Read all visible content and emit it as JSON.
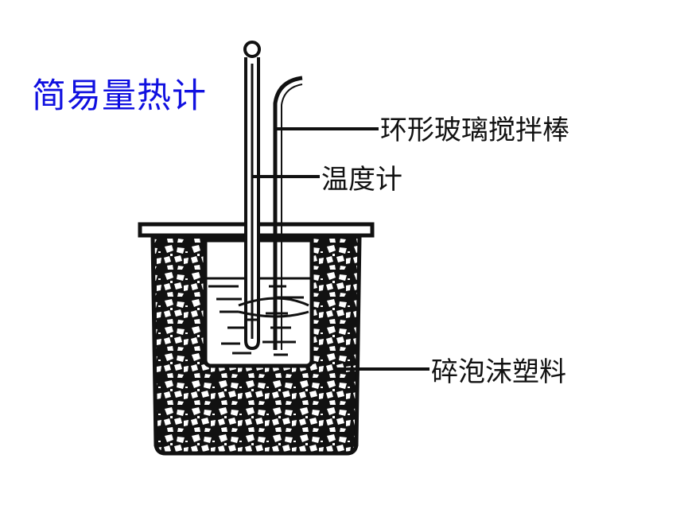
{
  "title": "简易量热计",
  "labels": {
    "stirring_rod": "环形玻璃搅拌棒",
    "thermometer": "温度计",
    "foam": "碎泡沫塑料"
  },
  "colors": {
    "title": "#1010e0",
    "ink": "#111111",
    "background": "#ffffff"
  }
}
